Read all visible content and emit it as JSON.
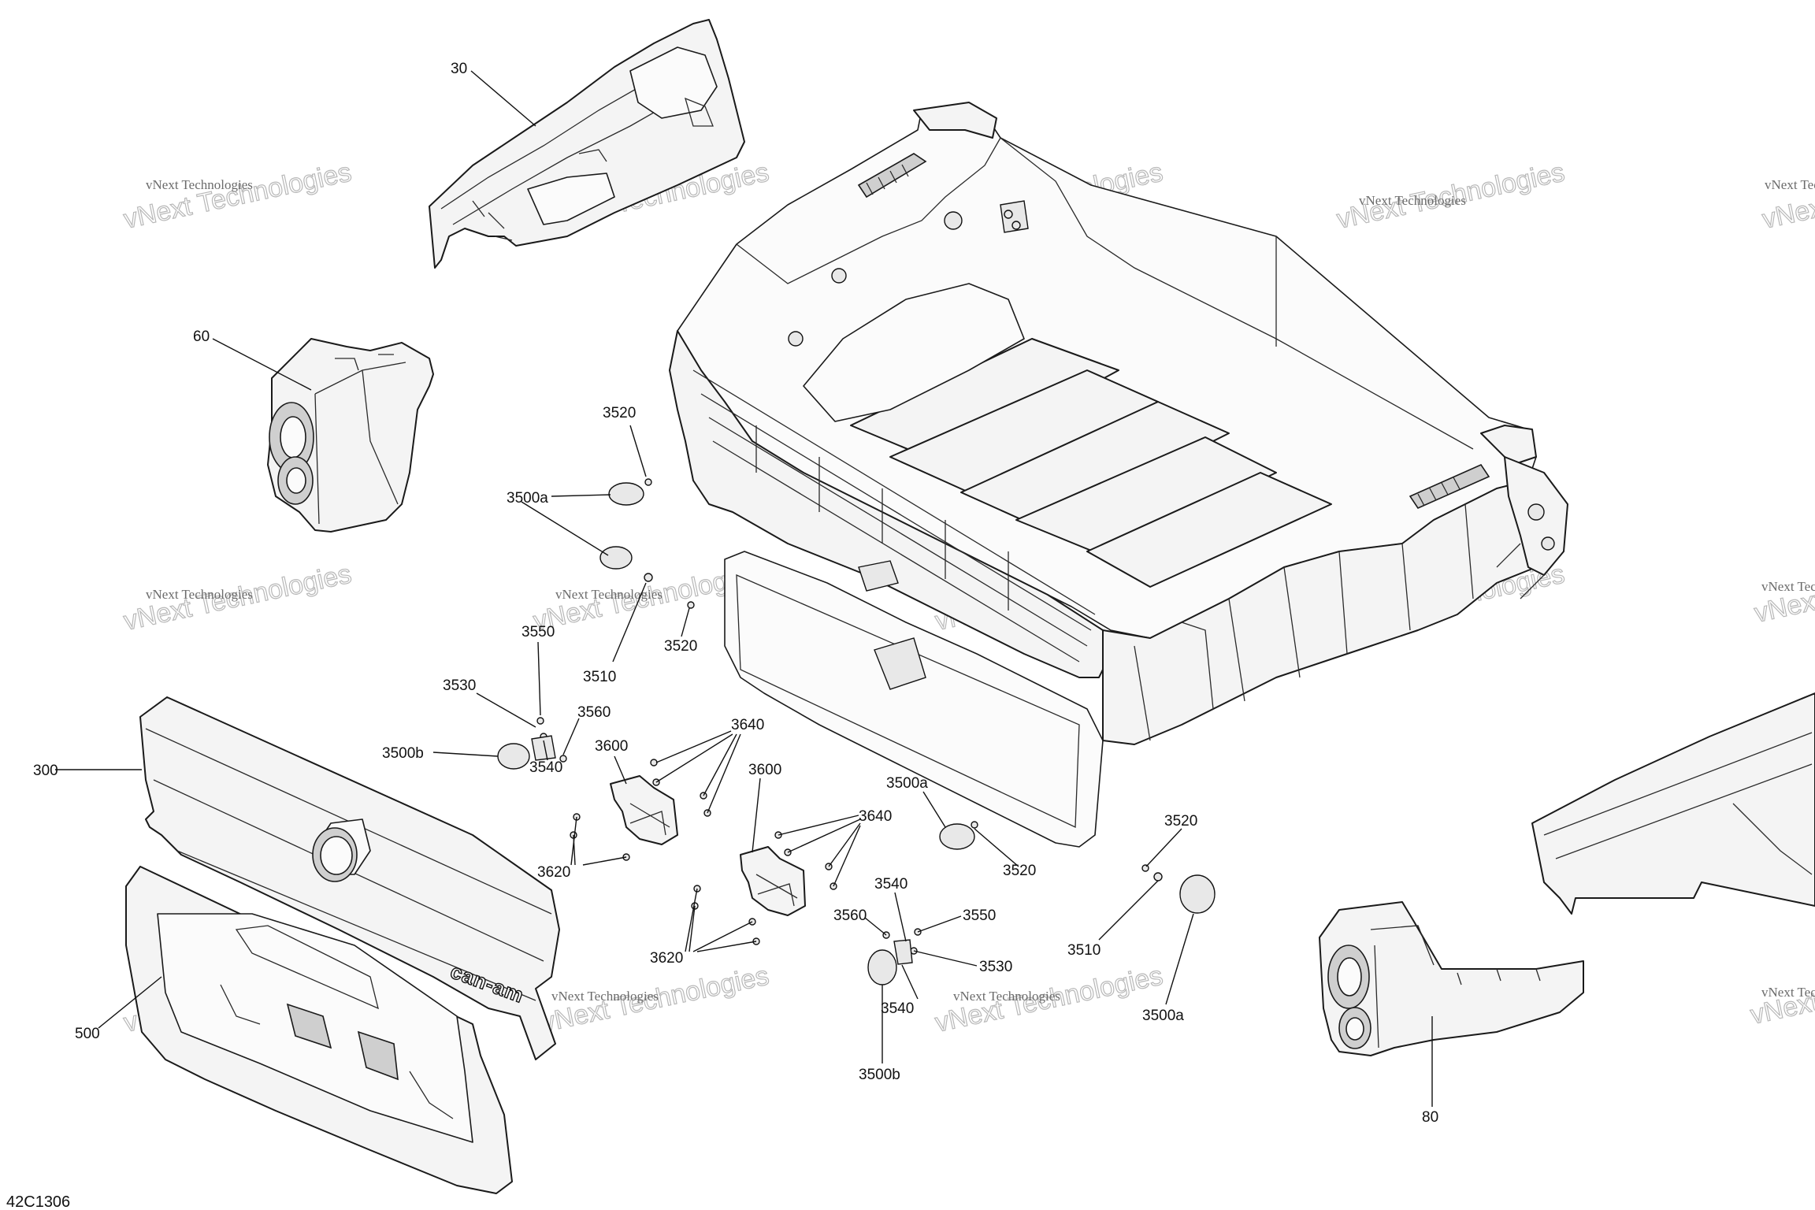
{
  "figure_ref": "42C1306",
  "logo_text": "can-am",
  "watermark": {
    "line_big": "vNext Technologies",
    "line_small": "vNext Technologies"
  },
  "callouts": [
    {
      "id": "c30",
      "label": "30"
    },
    {
      "id": "c60",
      "label": "60"
    },
    {
      "id": "c3520a",
      "label": "3520"
    },
    {
      "id": "c3500a1",
      "label": "3500a"
    },
    {
      "id": "c3510a",
      "label": "3510"
    },
    {
      "id": "c3520b",
      "label": "3520"
    },
    {
      "id": "c3550a",
      "label": "3550"
    },
    {
      "id": "c3530a",
      "label": "3530"
    },
    {
      "id": "c3560a",
      "label": "3560"
    },
    {
      "id": "c3500b1",
      "label": "3500b"
    },
    {
      "id": "c3540a",
      "label": "3540"
    },
    {
      "id": "c300",
      "label": "300"
    },
    {
      "id": "c3600a",
      "label": "3600"
    },
    {
      "id": "c3640a",
      "label": "3640"
    },
    {
      "id": "c3620a",
      "label": "3620"
    },
    {
      "id": "c3600b",
      "label": "3600"
    },
    {
      "id": "c3640b",
      "label": "3640"
    },
    {
      "id": "c3620b",
      "label": "3620"
    },
    {
      "id": "c3500a2",
      "label": "3500a"
    },
    {
      "id": "c3520c",
      "label": "3520"
    },
    {
      "id": "c3540b",
      "label": "3540"
    },
    {
      "id": "c3560b",
      "label": "3560"
    },
    {
      "id": "c3550b",
      "label": "3550"
    },
    {
      "id": "c3530b",
      "label": "3530"
    },
    {
      "id": "c3540c",
      "label": "3540"
    },
    {
      "id": "c3500b2",
      "label": "3500b"
    },
    {
      "id": "c3520d",
      "label": "3520"
    },
    {
      "id": "c3510b",
      "label": "3510"
    },
    {
      "id": "c3500a3",
      "label": "3500a"
    },
    {
      "id": "c500",
      "label": "500"
    },
    {
      "id": "c80",
      "label": "80"
    }
  ]
}
